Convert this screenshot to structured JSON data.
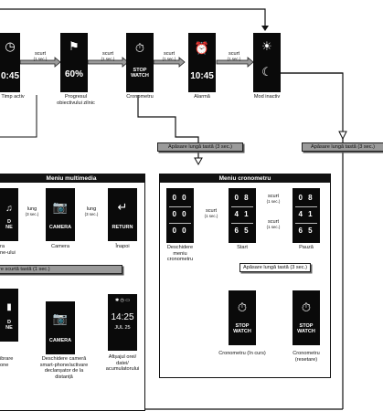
{
  "top_row": [
    {
      "value": "0:45",
      "caption": "Timp activ",
      "icon": "timer-icon"
    },
    {
      "value": "60%",
      "caption": "Progresul obiectivului zilnic",
      "icon": "flag-icon"
    },
    {
      "value": "",
      "screen_label": "STOP WATCH",
      "caption": "Cronometru",
      "icon": "stopwatch-icon"
    },
    {
      "value": "10:45",
      "caption": "Alarmă",
      "icon": "alarm-icon"
    },
    {
      "value": "",
      "caption": "Mod inactiv",
      "icon": "sun-moon-icon"
    }
  ],
  "short_press": {
    "label": "scurt",
    "sub": "(1 sec.)"
  },
  "long_press_3s": "Apăsare lungă tastă (3 sec.)",
  "multimedia": {
    "title": "Meniu multimedia",
    "row1": [
      {
        "screen_label": "D\nNE",
        "caption": "ra\nne-ului"
      },
      {
        "screen_label": "CAMERA",
        "caption": "Camera"
      },
      {
        "screen_label": "RETURN",
        "caption": "Înapoi"
      }
    ],
    "lung_label": "lung",
    "lung_sub": "(3 sec.)",
    "short_bar": "re scurtă tastă (1 sec.)",
    "row2": [
      {
        "screen_label": "D\nNE",
        "caption": "ibrare\none"
      },
      {
        "screen_label": "CAMERA",
        "caption": "Deschidere cameră smart-phone/activare declanșator de la distanță"
      },
      {
        "time": "14:25",
        "date": "JUL 25",
        "caption": "Afișajul orei/ datei/ acumulatorului"
      }
    ]
  },
  "stopwatch_menu": {
    "title": "Meniu cronometru",
    "screens": [
      {
        "digits": [
          "0 0",
          "0 0",
          "0 0"
        ],
        "caption": "Deschidere meniu cronometru"
      },
      {
        "digits": [
          "0 8",
          "4 1",
          "6 5"
        ],
        "caption": "Start"
      },
      {
        "digits": [
          "0 8",
          "4 1",
          "6 5"
        ],
        "caption": "Pauză"
      }
    ],
    "running": {
      "screen_label": "STOP WATCH",
      "caption": "Cronometru (în curs)"
    },
    "reset": {
      "screen_label": "STOP WATCH",
      "caption": "Cronometru (resetare)"
    }
  },
  "colors": {
    "screen": "#0a0a0a",
    "grey_box": "#9a9a9a",
    "line": "#111111"
  }
}
